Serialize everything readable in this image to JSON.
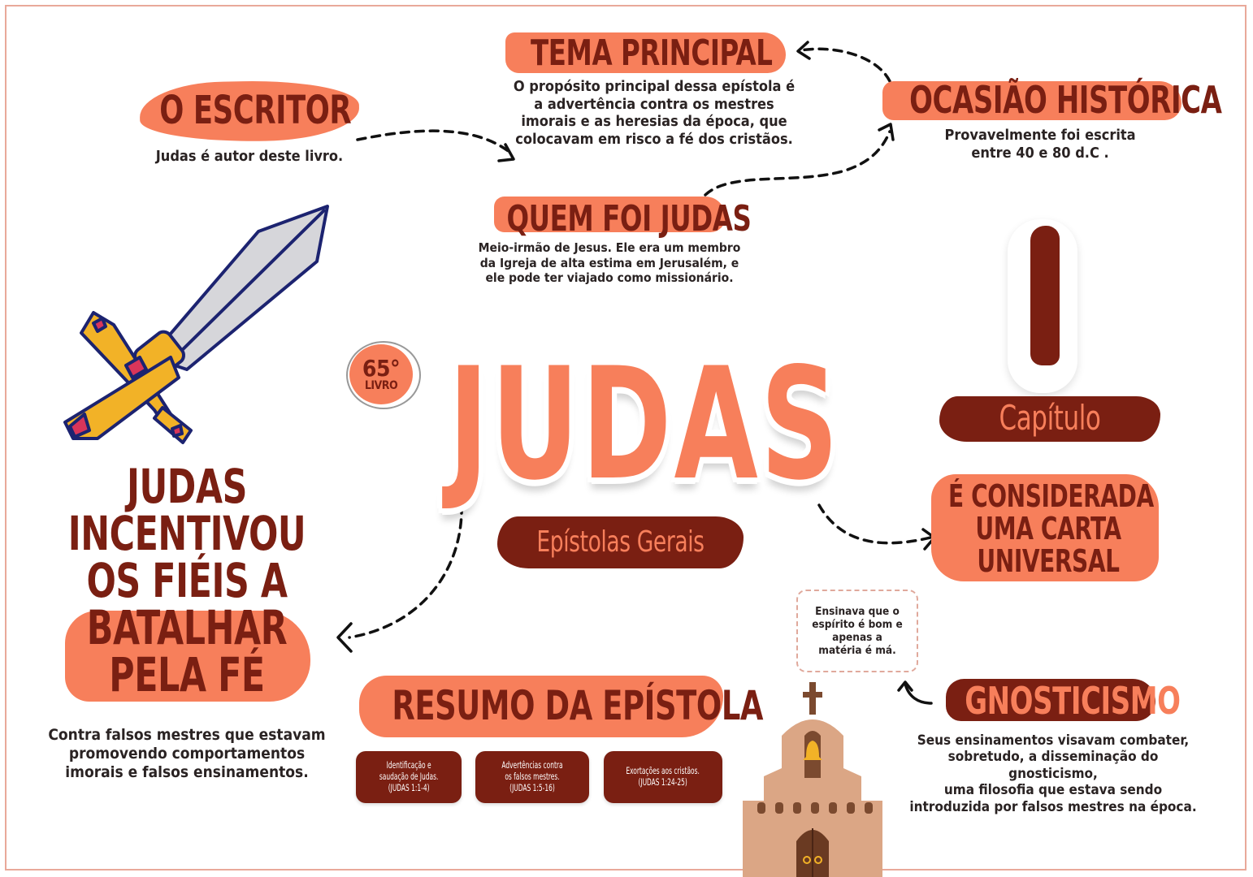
{
  "colors": {
    "accent_orange": "#f77f5b",
    "dark_brown": "#7a1f12",
    "text_dark": "#2a2323",
    "frame_border": "#e9a99a"
  },
  "title": {
    "main": "JUDAS",
    "book_number": "65°",
    "book_label": "LIVRO",
    "category": "Epístolas Gerais"
  },
  "chapters": {
    "count": "1",
    "label": "Capítulo"
  },
  "writer": {
    "heading": "O ESCRITOR",
    "text": "Judas é autor deste livro."
  },
  "main_theme": {
    "heading": "TEMA PRINCIPAL",
    "lines": [
      "O propósito principal dessa epístola é",
      "a advertência contra os mestres",
      "imorais e as heresias da época, que",
      "colocavam em risco a fé dos cristãos."
    ]
  },
  "historical_occasion": {
    "heading": "OCASIÃO HISTÓRICA",
    "lines": [
      "Provavelmente foi escrita",
      "entre 40 e 80 d.C ."
    ]
  },
  "who_was_judas": {
    "heading": "QUEM FOI JUDAS",
    "lines": [
      "Meio-irmão de Jesus. Ele era um membro",
      "da Igreja de alta estima em Jerusalém, e",
      "ele pode ter viajado como missionário."
    ]
  },
  "universal_letter": {
    "lines": [
      "É CONSIDERADA",
      "UMA CARTA",
      "UNIVERSAL"
    ]
  },
  "encouragement": {
    "lines": [
      "JUDAS",
      "INCENTIVOU",
      "OS FIÉIS A",
      "BATALHAR",
      "PELA FÉ"
    ],
    "text_lines": [
      "Contra falsos mestres que estavam",
      "promovendo comportamentos",
      "imorais e falsos ensinamentos."
    ]
  },
  "summary": {
    "heading": "RESUMO DA EPÍSTOLA",
    "boxes": [
      {
        "lines": [
          "Identificação e",
          "saudação de Judas.",
          "(JUDAS 1:1-4)"
        ]
      },
      {
        "lines": [
          "Advertências contra",
          "os falsos mestres.",
          "(JUDAS 1:5-16)"
        ]
      },
      {
        "lines": [
          "Exortações aos cristãos.",
          "(JUDAS 1:24-25)"
        ]
      }
    ]
  },
  "gnosticism": {
    "heading": "GNOSTICISMO",
    "note_lines": [
      "Ensinava que o",
      "espírito é bom e",
      "apenas a",
      "matéria é má."
    ],
    "lines": [
      "Seus ensinamentos visavam combater,",
      "sobretudo, a disseminação do gnosticismo,",
      "uma filosofia que estava sendo",
      "introduzida por falsos mestres na época."
    ]
  },
  "illustrations": {
    "sword": "sword-icon",
    "church": "church-icon"
  }
}
